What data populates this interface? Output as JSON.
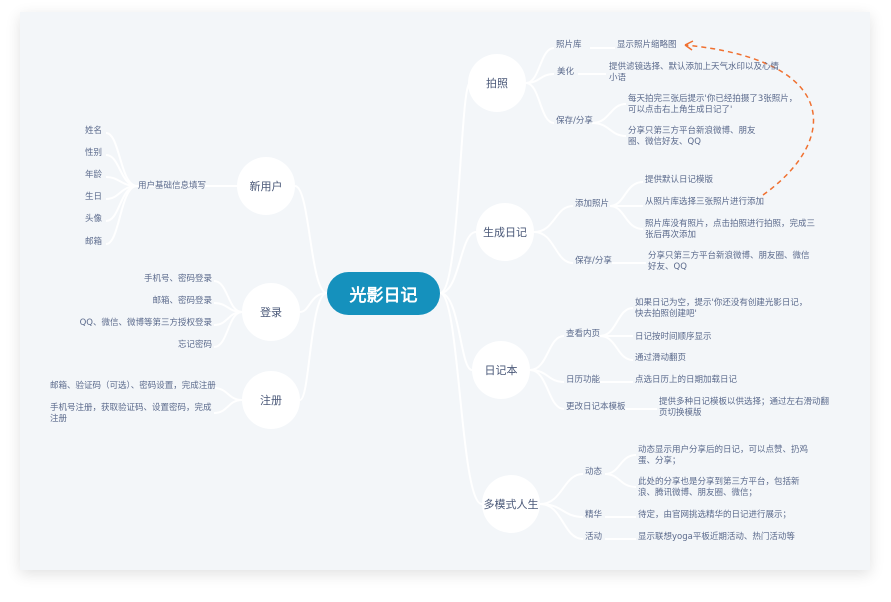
{
  "center": "光影日记",
  "branches": {
    "photo": {
      "label": "拍照",
      "subs": [
        "照片库",
        "美化",
        "保存/分享"
      ],
      "leaves": [
        "显示照片缩略图",
        "提供滤镜选择、默认添加上天气水印以及心情小语",
        "每天拍完三张后提示'你已经拍摄了3张照片，可以点击右上角生成日记了'",
        "分享只第三方平台新浪微博、朋友圈、微信好友、QQ"
      ]
    },
    "generate": {
      "label": "生成日记",
      "subs": [
        "添加照片",
        "保存/分享"
      ],
      "leaves": [
        "提供默认日记模版",
        "从照片库选择三张照片进行添加",
        "照片库没有照片，点击拍照进行拍照，完成三张后再次添加",
        "分享只第三方平台新浪微博、朋友圈、微信好友、QQ"
      ]
    },
    "diary": {
      "label": "日记本",
      "subs": [
        "查看内页",
        "日历功能",
        "更改日记本模板"
      ],
      "leaves": [
        "如果日记为空，提示'你还没有创建光影日记，快去拍照创建吧'",
        "日记按时间顺序显示",
        "通过滑动翻页",
        "点选日历上的日期加载日记",
        "提供多种日记模板以供选择；通过左右滑动翻页切换模版"
      ]
    },
    "life": {
      "label": "多模式人生",
      "subs": [
        "动态",
        "精华",
        "活动"
      ],
      "leaves": [
        "动态显示用户分享后的日记，可以点赞、扔鸡蛋、分享；",
        "此处的分享也是分享到第三方平台，包括新浪、腾讯微博、朋友圈、微信；",
        "待定，由官网挑选精华的日记进行展示；",
        "显示联想yoga平板近期活动、热门活动等"
      ]
    },
    "newuser": {
      "label": "新用户",
      "sub": "用户基础信息填写",
      "leaves": [
        "姓名",
        "性别",
        "年龄",
        "生日",
        "头像",
        "邮箱"
      ]
    },
    "login": {
      "label": "登录",
      "leaves": [
        "手机号、密码登录",
        "邮箱、密码登录",
        "QQ、微信、微博等第三方授权登录",
        "忘记密码"
      ]
    },
    "register": {
      "label": "注册",
      "leaves": [
        "邮箱、验证码（可选）、密码设置，完成注册",
        "手机号注册，获取验证码、设置密码，完成注册"
      ]
    }
  },
  "colors": {
    "center": "#1591bd",
    "arrow": "#f07030",
    "text": "#5b6a8c"
  }
}
